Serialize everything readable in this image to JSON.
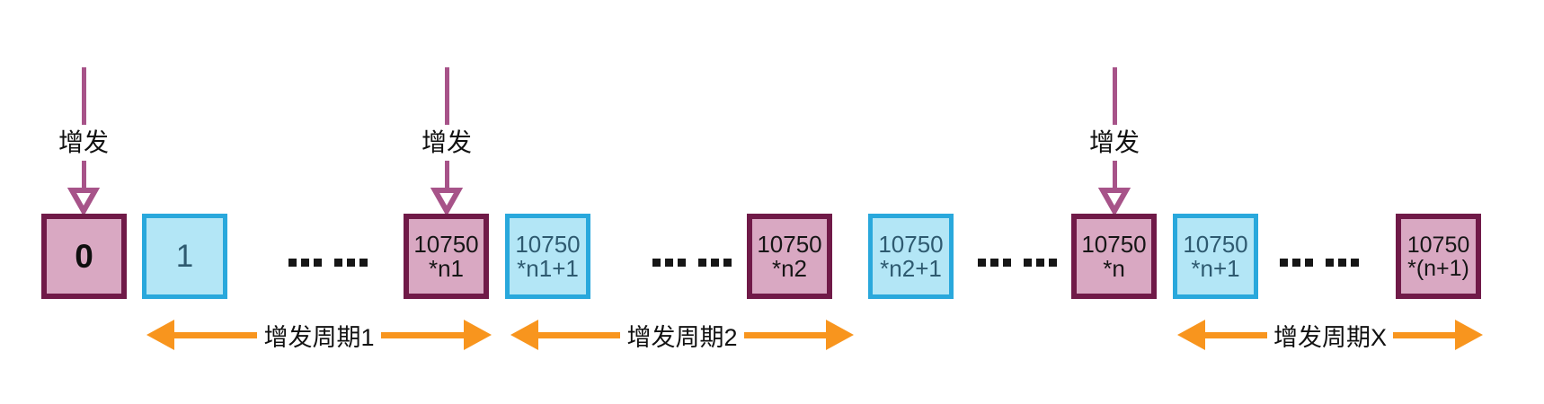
{
  "diagram_title": "token-issuance-cycle-diagram",
  "labels": {
    "issue": "增发",
    "cycle1": "增发周期1",
    "cycle2": "增发周期2",
    "cycleX": "增发周期X",
    "gap_marker": "... ..."
  },
  "blocks": {
    "b0": {
      "label": "0",
      "type": "issuance-block"
    },
    "b1": {
      "label": "1",
      "type": "normal-block"
    },
    "n1": {
      "line1": "10750",
      "line2": "*n1",
      "type": "issuance-block"
    },
    "n1p1": {
      "line1": "10750",
      "line2": "*n1+1",
      "type": "normal-block"
    },
    "n2": {
      "line1": "10750",
      "line2": "*n2",
      "type": "issuance-block"
    },
    "n2p1": {
      "line1": "10750",
      "line2": "*n2+1",
      "type": "normal-block"
    },
    "n": {
      "line1": "10750",
      "line2": "*n",
      "type": "issuance-block"
    },
    "np1": {
      "line1": "10750",
      "line2": "*n+1",
      "type": "normal-block"
    },
    "nTot": {
      "line1": "10750",
      "line2": "*(n+1)",
      "type": "issuance-block"
    }
  },
  "colors": {
    "pink_fill": "#D9A8C2",
    "pink_border": "#701A48",
    "cyan_fill": "#B3E6F6",
    "cyan_border": "#29A8DC",
    "cyan_text": "#2E5A70",
    "issue_arrow_purple": "#A75389",
    "cycle_arrow_orange": "#F8951E",
    "text_black": "#111111",
    "background": "#FFFFFF"
  }
}
